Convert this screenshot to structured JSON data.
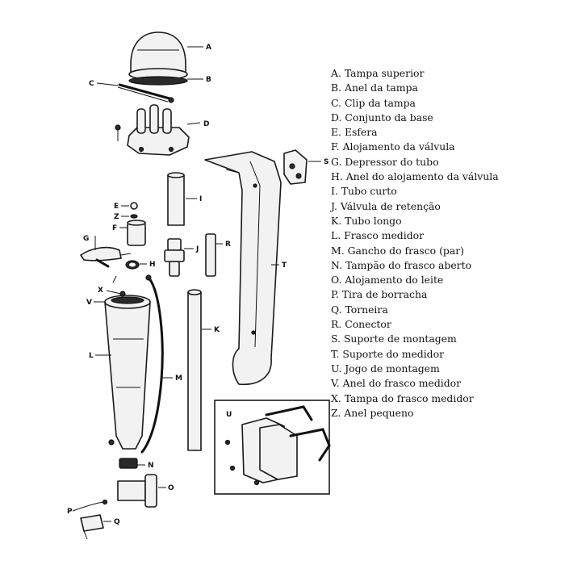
{
  "parts": [
    {
      "letter": "A",
      "name": "Tampa superior"
    },
    {
      "letter": "B",
      "name": "Anel da tampa"
    },
    {
      "letter": "C",
      "name": "Clip da tampa"
    },
    {
      "letter": "D",
      "name": "Conjunto da base"
    },
    {
      "letter": "E",
      "name": "Esfera"
    },
    {
      "letter": "F",
      "name": "Alojamento da válvula"
    },
    {
      "letter": "G",
      "name": "Depressor do tubo"
    },
    {
      "letter": "H",
      "name": "Anel do alojamento da válvula"
    },
    {
      "letter": "I",
      "name": "Tubo curto"
    },
    {
      "letter": "J",
      "name": "Válvula de retenção"
    },
    {
      "letter": "K",
      "name": "Tubo longo"
    },
    {
      "letter": "L",
      "name": "Frasco medidor"
    },
    {
      "letter": "M",
      "name": "Gancho do frasco (par)"
    },
    {
      "letter": "N",
      "name": "Tampão do frasco aberto"
    },
    {
      "letter": "O",
      "name": "Alojamento do leite"
    },
    {
      "letter": "P",
      "name": "Tira de borracha"
    },
    {
      "letter": "Q",
      "name": "Torneira"
    },
    {
      "letter": "R",
      "name": "Conector"
    },
    {
      "letter": "S",
      "name": "Suporte de montagem"
    },
    {
      "letter": "T",
      "name": "Suporte do medidor"
    },
    {
      "letter": "U",
      "name": "Jogo de montagem"
    },
    {
      "letter": "V",
      "name": "Anel do frasco medidor"
    },
    {
      "letter": "X",
      "name": "Tampa do frasco medidor"
    },
    {
      "letter": "Z",
      "name": "Anel pequeno"
    }
  ],
  "legend_separator": ". "
}
